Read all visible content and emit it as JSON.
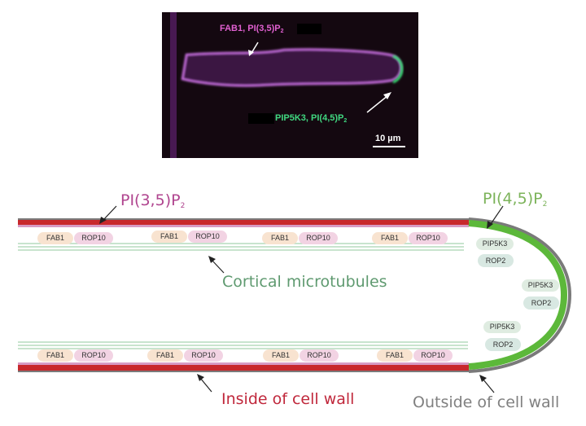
{
  "micrograph": {
    "label_top": {
      "main": "FAB1, PI(3,5)P",
      "sub": "2",
      "color": "#e060d0"
    },
    "label_bottom": {
      "main": "PIP5K3, PI(4,5)P",
      "sub": "2",
      "color": "#40d880"
    },
    "scale_bar": "10 µm"
  },
  "diagram": {
    "labels": {
      "pi35": {
        "main": "PI(3,5)P",
        "sub": "2",
        "color": "#b0458f"
      },
      "pi45": {
        "main": "PI(4,5)P",
        "sub": "2",
        "color": "#7cb35a"
      },
      "microtubules": "Cortical microtubules",
      "inside_wall": "Inside of cell wall",
      "outside_wall": "Outside of cell wall"
    },
    "top_pairs": [
      {
        "fab": "FAB1",
        "rop": "ROP10"
      },
      {
        "fab": "FAB1",
        "rop": "ROP10"
      },
      {
        "fab": "FAB1",
        "rop": "ROP10"
      },
      {
        "fab": "FAB1",
        "rop": "ROP10"
      }
    ],
    "bottom_pairs": [
      {
        "fab": "FAB1",
        "rop": "ROP10"
      },
      {
        "fab": "FAB1",
        "rop": "ROP10"
      },
      {
        "fab": "FAB1",
        "rop": "ROP10"
      },
      {
        "fab": "FAB1",
        "rop": "ROP10"
      }
    ],
    "tip_pairs": [
      {
        "pip": "PIP5K3",
        "rop": "ROP2"
      },
      {
        "pip": "PIP5K3",
        "rop": "ROP2"
      },
      {
        "pip": "PIP5K3",
        "rop": "ROP2"
      }
    ],
    "colors": {
      "wall_red": "#c8282c",
      "wall_grey": "#7a7a7a",
      "membrane_pink": "#d79ac4",
      "tip_green": "#5cb83a",
      "microtubule": "#a8d4b0"
    }
  }
}
